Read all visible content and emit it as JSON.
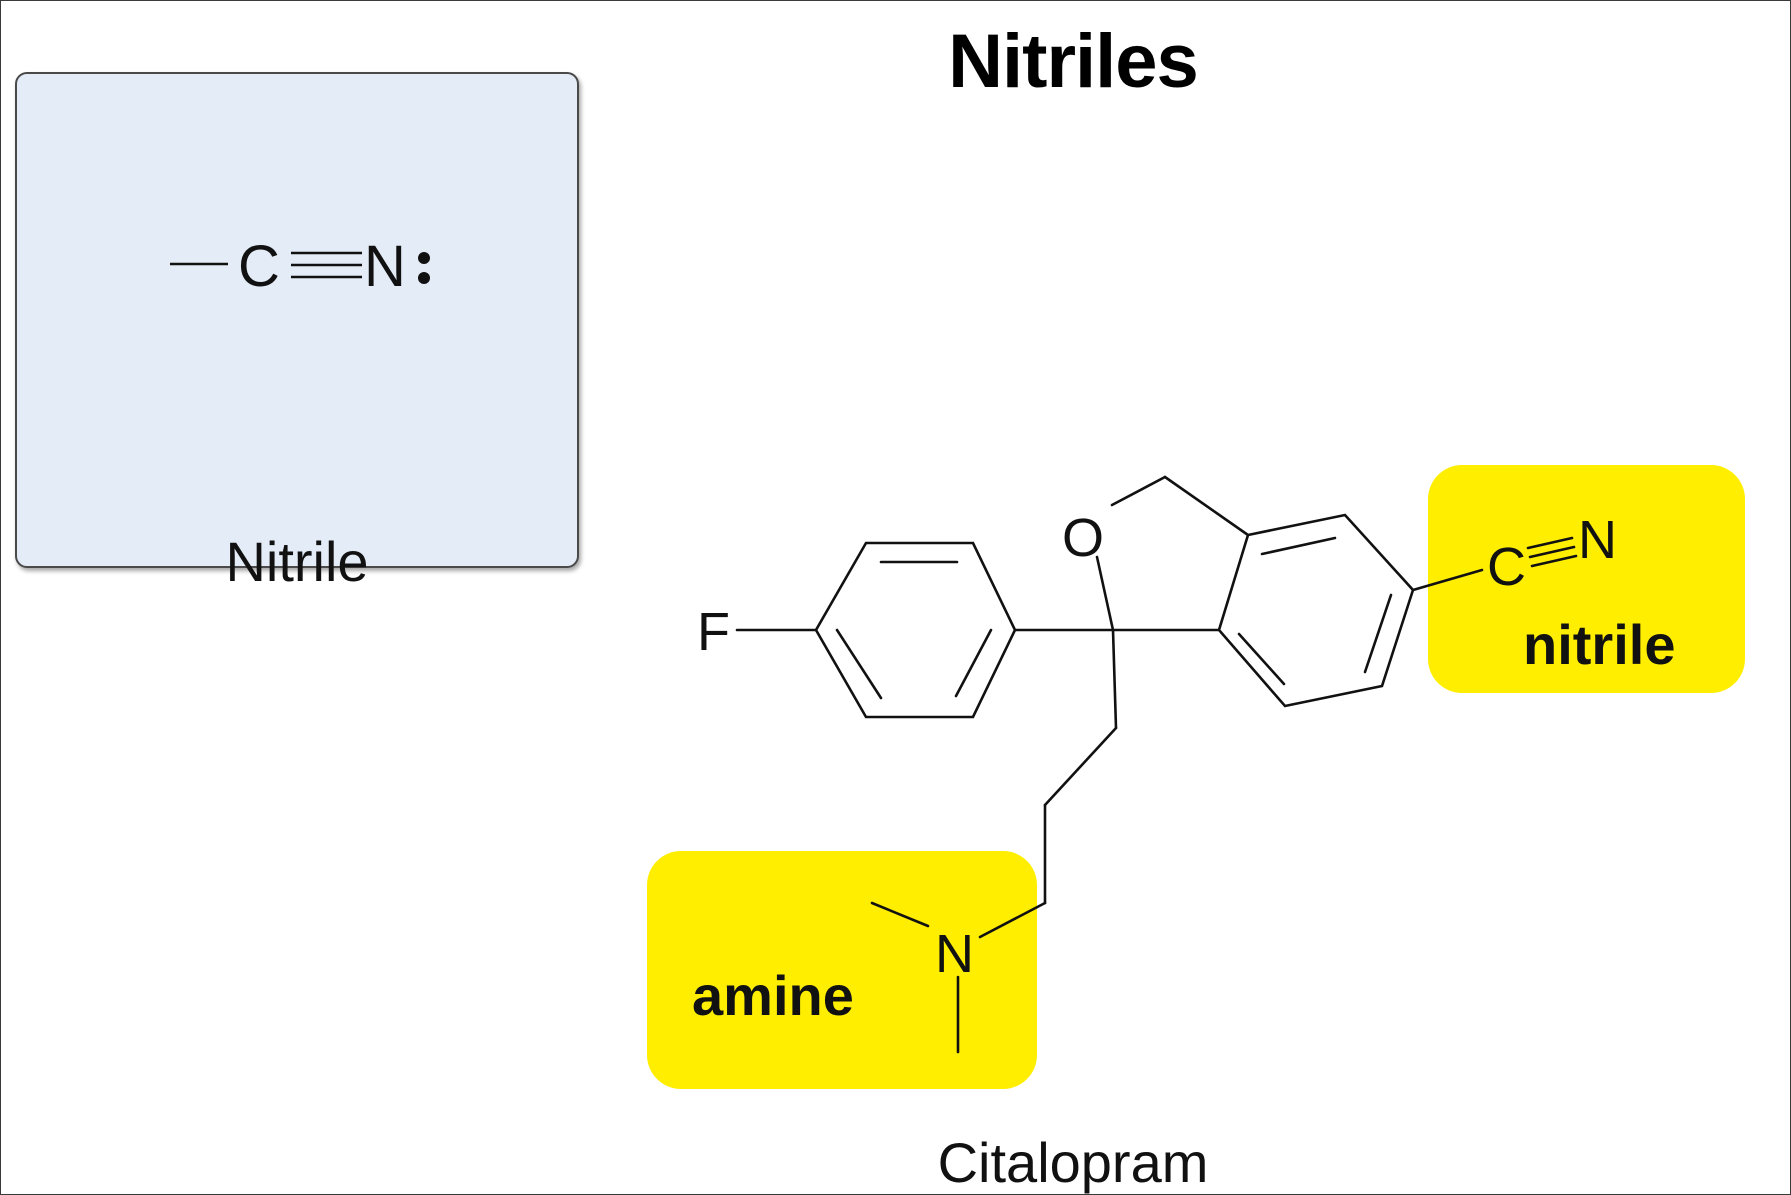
{
  "title": "Nitriles",
  "functional_group_card": {
    "structure": {
      "carbon": "C",
      "nitrogen": "N",
      "lone_pair": ":"
    },
    "label": "Nitrile"
  },
  "molecule": {
    "name": "Citalopram",
    "atoms": {
      "fluorine": "F",
      "oxygen": "O",
      "nitrile_carbon": "C",
      "nitrile_nitrogen": "N",
      "amine_nitrogen": "N"
    },
    "highlights": {
      "nitrile": {
        "label": "nitrile",
        "color": "#ffee00"
      },
      "amine": {
        "label": "amine",
        "color": "#ffee00"
      }
    }
  },
  "colors": {
    "card_background": "#e3ecf7",
    "highlight": "#ffee00",
    "bond": "#111111"
  }
}
